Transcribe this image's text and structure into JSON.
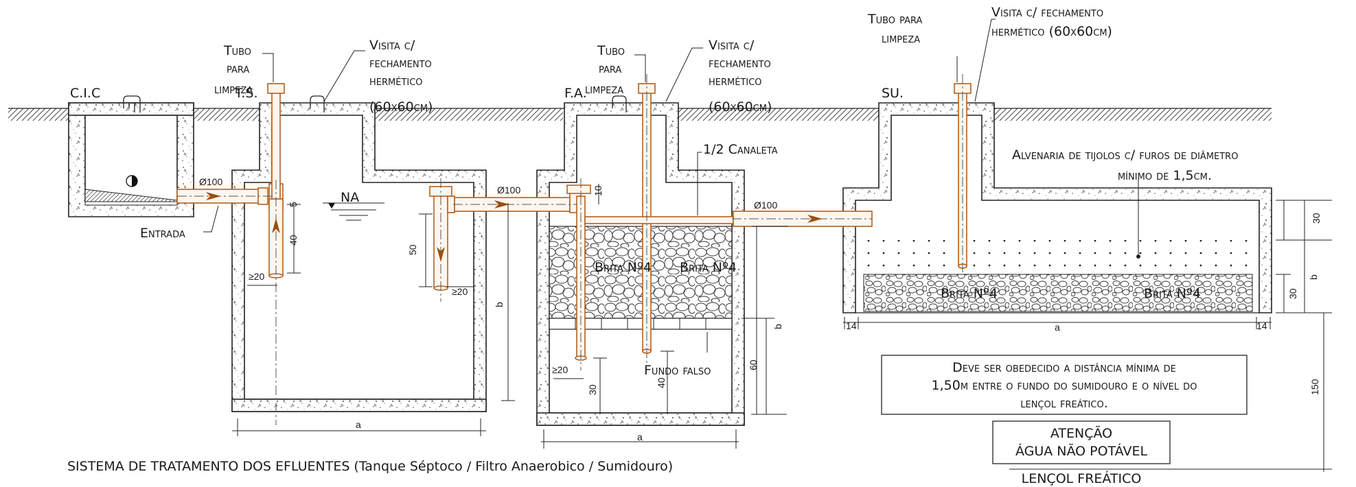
{
  "labels": {
    "cic": "C.I.C",
    "ts": "T.S.",
    "fa": "F.A.",
    "su": "SU.",
    "tubo_limpeza_1": [
      "Tubo",
      "para",
      "limpeza"
    ],
    "tubo_limpeza_2": [
      "Tubo",
      "para",
      "limpeza"
    ],
    "tubo_limpeza_3": [
      "Tubo para",
      "limpeza"
    ],
    "visita_1": [
      "Visita c/",
      "fechamento",
      "hermético",
      "(60x60cm)"
    ],
    "visita_2": [
      "Visita c/",
      "fechamento",
      "hermético",
      "(60x60cm)"
    ],
    "visita_3": [
      "Visita c/ fechamento",
      "hermético (60x60cm)"
    ],
    "entrada": "Entrada",
    "na": "NA",
    "canaleta": "1/2 Canaleta",
    "alvenaria": [
      "Alvenaria de tijolos c/ furos de diâmetro",
      "mínimo de 1,5cm."
    ],
    "brita_fa_1": "Brita Nº4",
    "brita_fa_2": "Brita Nº4",
    "brita_su_1": "Brita Nº4",
    "brita_su_2": "Brita Nº4",
    "fundo_falso": "Fundo falso",
    "caption": "SISTEMA DE TRATAMENTO DOS EFLUENTES (Tanque Séptoco / Filtro Anaerobico / Sumidouro)",
    "note": [
      "Deve ser obedecido a distância mínima de",
      "1,50m entre o fundo do sumidouro e o nível do",
      "lençol freático."
    ],
    "warning": [
      "ATENÇÃO",
      "ÁGUA NÃO POTÁVEL"
    ],
    "lencol": "LENÇOL FREÁTICO"
  },
  "dimensions": {
    "d100_1": "Ø100",
    "d100_2": "Ø100",
    "d100_3": "Ø100",
    "d5": "5",
    "d40_ts": "40",
    "d50_ts": "50",
    "d20_ts_1": "≥20",
    "d20_ts_2": "≥20",
    "b_ts": "b",
    "a_ts": "a",
    "d10_fa": "10",
    "b_fa": "b",
    "d60_fa": "60",
    "d20_fa": "≥20",
    "d30_fa": "30",
    "d40_fa": "40",
    "a_fa": "a",
    "d30_su_top": "30",
    "b_su": "b",
    "d30_su_bot": "30",
    "d14_left": "14",
    "d14_right": "14",
    "a_su": "a",
    "d150": "150"
  },
  "colors": {
    "pipe": "#b4611f",
    "arrow": "#9a4f12",
    "line": "#222222"
  }
}
